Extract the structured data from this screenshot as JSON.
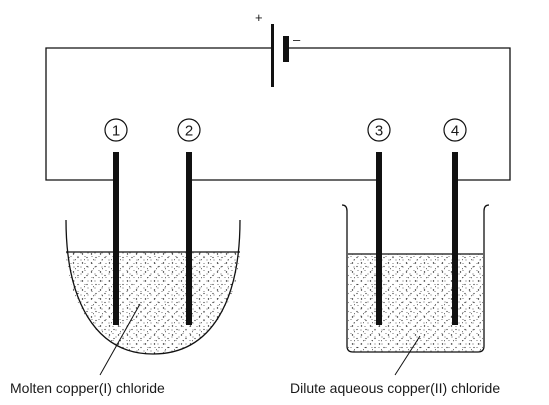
{
  "battery": {
    "positive_sign": "+",
    "negative_sign": "–"
  },
  "electrodes": [
    {
      "number": "1"
    },
    {
      "number": "2"
    },
    {
      "number": "3"
    },
    {
      "number": "4"
    }
  ],
  "labels": {
    "left_container": "Molten copper(I) chloride",
    "right_container": "Dilute aqueous copper(II) chloride"
  }
}
